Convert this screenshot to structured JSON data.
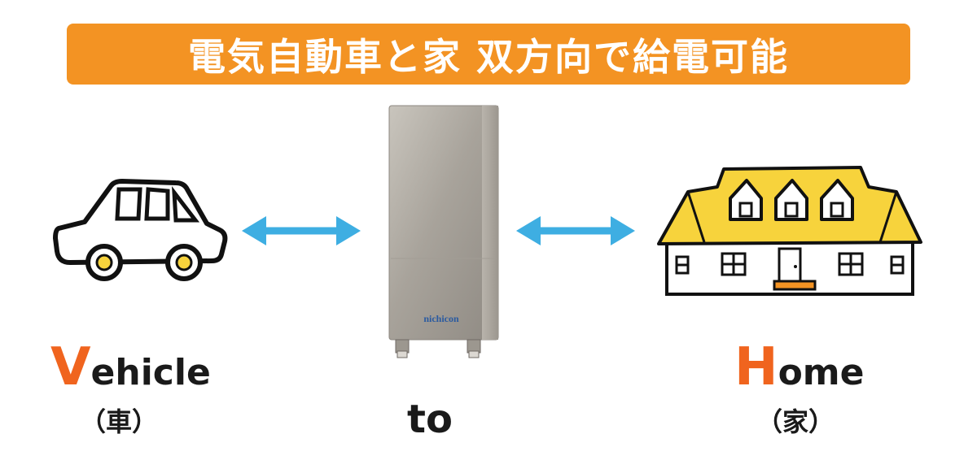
{
  "header": {
    "title": "電気自動車と家 双方向で給電可能"
  },
  "labels": {
    "vehicle_initial": "V",
    "vehicle_rest": "ehicle",
    "vehicle_sub": "（車）",
    "to": "to",
    "home_initial": "H",
    "home_rest": "ome",
    "home_sub": "（家）"
  },
  "device": {
    "brand": "nichicon"
  },
  "colors": {
    "banner": "#f39323",
    "arrow": "#3eaee2",
    "initial": "#f0641e",
    "roof": "#f7d33c"
  },
  "icons": {
    "car": "car-icon",
    "device": "v2h-charger-icon",
    "house": "house-icon",
    "arrow": "bidirectional-arrow-icon"
  }
}
